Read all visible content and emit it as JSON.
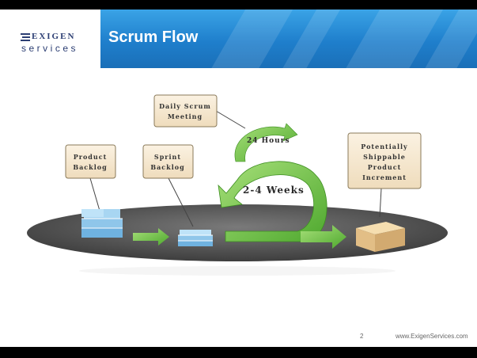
{
  "logo": {
    "top": "EXIGEN",
    "bottom": "services"
  },
  "header": {
    "title": "Scrum Flow"
  },
  "diagram": {
    "labels": {
      "daily_scrum": [
        "Daily Scrum",
        "Meeting"
      ],
      "product_backlog": [
        "Product",
        "Backlog"
      ],
      "sprint_backlog": [
        "Sprint",
        "Backlog"
      ],
      "increment": [
        "Potentially",
        "Shippable",
        "Product",
        "Increment"
      ],
      "hours": "24 Hours",
      "weeks": "2-4 Weeks"
    },
    "colors": {
      "box_fill": "#f4e6cf",
      "box_stroke": "#a09070",
      "platform": "#5c5c5c",
      "arrow_green": "#6fc64a",
      "stack_blue": "#8fc6ea",
      "package": "#e8c890"
    }
  },
  "footer": {
    "page_number": "2",
    "url": "www.ExigenServices.com"
  }
}
